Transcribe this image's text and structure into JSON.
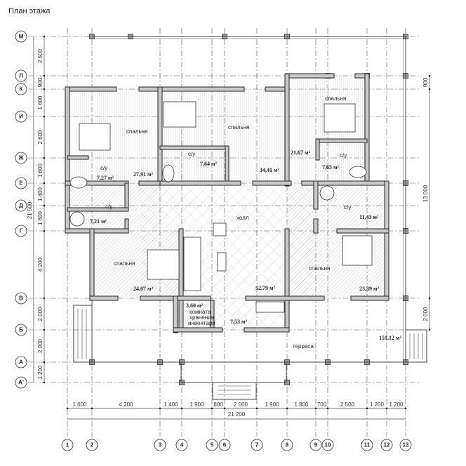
{
  "title": "План этажа",
  "axes_vertical": [
    "1",
    "2",
    "3",
    "4",
    "5",
    "6",
    "7",
    "8",
    "9",
    "10",
    "11",
    "12",
    "13"
  ],
  "axes_horizontal": [
    "М",
    "Л",
    "К",
    "И",
    "Ж",
    "Е",
    "Д",
    "Г",
    "В",
    "Б",
    "А",
    "А'"
  ],
  "dims_bottom": [
    "1 600",
    "4 200",
    "1 400",
    "1 900",
    "800",
    "2 000",
    "1 900",
    "1 800",
    "700",
    "2 500",
    "1 200",
    "1 200"
  ],
  "dim_bottom_total": "21 200",
  "dims_left": [
    "2 500",
    "900",
    "1 600",
    "2 600",
    "1 600",
    "1 400",
    "1 600",
    "4 200",
    "2 000",
    "2 000",
    "1 200"
  ],
  "dim_left_total": "21 600",
  "dims_right": [
    "900",
    "13 000",
    "2 000"
  ],
  "rooms": {
    "bedroom_nw": {
      "name": "спальня",
      "area": "27,91 м²"
    },
    "bath_nw": {
      "name": "с/у",
      "area": "7,27 м²"
    },
    "bath_n": {
      "name": "с/у",
      "area": "7,64 м²"
    },
    "bedroom_n": {
      "name": "спальня",
      "area": "34,41 м²"
    },
    "bedroom_ne": {
      "name": "спальня",
      "area": "21,67 м²"
    },
    "bath_ne": {
      "name": "с/у",
      "area": "7,65 м²"
    },
    "bath_w": {
      "name": "с/у",
      "area": "7,21 м²"
    },
    "hall": {
      "name": "холл",
      "area": "52,79 м²"
    },
    "bedroom_sw": {
      "name": "спальня",
      "area": "24,07 м²"
    },
    "bath_e": {
      "name": "с/у",
      "area": "11,43 м²"
    },
    "bedroom_se": {
      "name": "спальня",
      "area": "23,39 м²"
    },
    "storage": {
      "name1": "комната",
      "name2": "хранения",
      "name3": "инвентаря",
      "area": "3,60 м²"
    },
    "vestibule": {
      "area": "7,53 м²"
    },
    "terrace": {
      "name": "терраса",
      "area": "151,12 м²"
    }
  }
}
